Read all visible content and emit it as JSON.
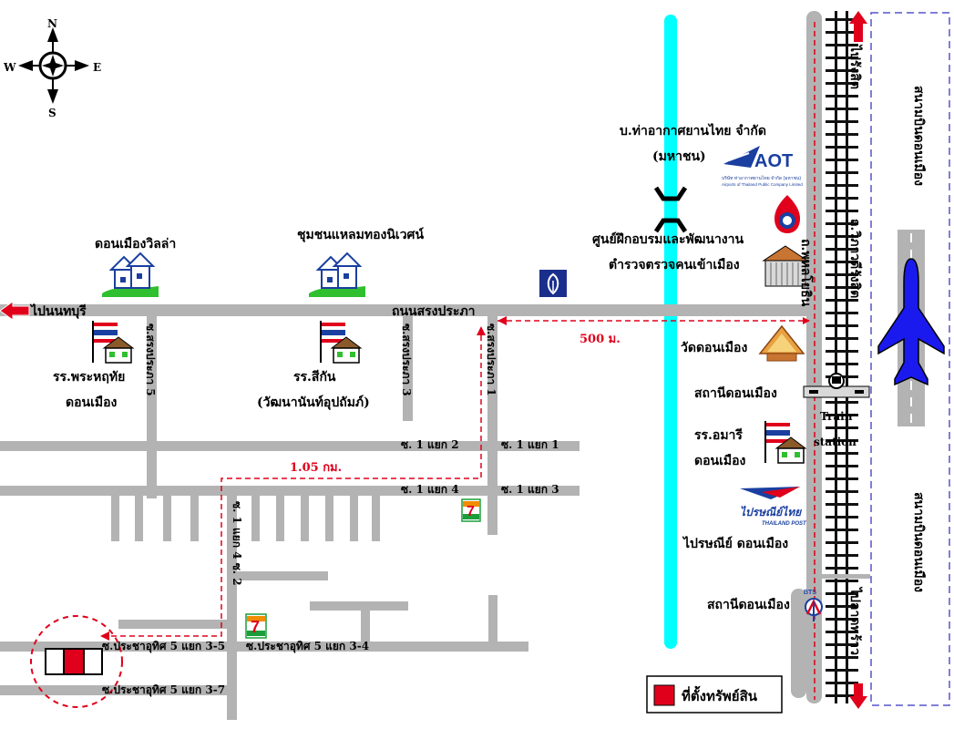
{
  "compass": {
    "n": "N",
    "s": "S",
    "e": "E",
    "w": "W"
  },
  "roads": {
    "main_road": "ถนนสรงประภา",
    "to_nonthaburi": "ไปนนทบุรี",
    "soi_sarng5": "ซ.สรงประภา 5",
    "soi_sarng3": "ซ.สรงประภา 3",
    "soi_sarng1": "ซ.สรงประภา 1",
    "soi_1_2a": "ซ. 1 แยก 2",
    "soi_1_1": "ซ. 1 แยก 1",
    "soi_1_3": "ซ. 1 แยก 3",
    "soi_1_4": "ซ. 1 แยก 4",
    "soi_1_4_2": "ซ. 1 แยก 4 ซ. 2",
    "soi_3_5": "ซ.ประชาอุทิศ 5 แยก 3-5",
    "soi_3_4": "ซ.ประชาอุทิศ 5 แยก 3-4",
    "soi_3_7": "ซ.ประชาอุทิศ 5 แยก 3-7",
    "vibhavadi": "ถ.วิภาวดีรังสิต",
    "phahon": "ถ.พหลโยธิน",
    "to_rangsit": "ไปรังสิต",
    "to_ladprao": "ไปลาดพร้าว",
    "airport": "สนามบินดอนเมือง"
  },
  "places": {
    "villa": "ดอนเมืองวิลล่า",
    "chumchon": "ชุมชนแหลมทองนิเวศน์",
    "aot_line1": "บ.ท่าอากาศยานไทย จำกัด",
    "aot_line2": "(มหาชน)",
    "training_line1": "ศูนย์ฝึกอบรมและพัฒนางาน",
    "training_line2": "ตำรวจตรวจคนเข้าเมือง",
    "school1_line1": "รร.พระหฤทัย",
    "school1_line2": "ดอนเมือง",
    "school2_line1": "รร.สีกัน",
    "school2_line2": "(วัฒนานันท์อุปถัมภ์)",
    "wat": "วัดดอนเมือง",
    "station": "สถานีดอนเมือง",
    "train_line1": "Train",
    "train_line2": "station",
    "school3_line1": "รร.อมารี",
    "school3_line2": "ดอนเมือง",
    "post_office": "ไปรษณีย์ ดอนเมือง",
    "bts_station": "สถานีดอนเมือง"
  },
  "logos": {
    "aot": "AOT",
    "aot_sub1": "บริษัท ท่าอากาศยานไทย จำกัด (มหาชน)",
    "aot_sub2": "Airports of Thailand Public Company Limited",
    "post_th": "ไปรษณีย์ไทย",
    "post_en": "THAILAND POST",
    "bts": "BTS",
    "seven": "7"
  },
  "distances": {
    "d500": "500 ม.",
    "d105": "1.05 กม."
  },
  "legend": {
    "label": "ที่ตั้งทรัพย์สิน",
    "color": "#e0001b"
  },
  "colors": {
    "road": "#b3b3b3",
    "canal": "#00ffff",
    "route": "#e0001b",
    "airport_border": "#5555cc",
    "plane": "#1a1aee"
  }
}
